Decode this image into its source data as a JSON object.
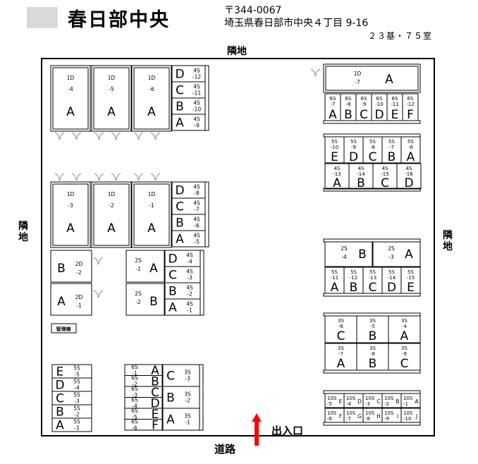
{
  "header": {
    "title": "春日部中央",
    "postal": "〒344-0067",
    "address": "埼玉県春日部市中央４丁目 9-16",
    "summary": "２３基・７５室"
  },
  "site": {
    "north": "隣地",
    "east": "隣地",
    "west": "隣地",
    "south": "道路",
    "entrance": "出入口",
    "office": "管理棟"
  },
  "units": [
    {
      "id": "1D-4",
      "size": "1D",
      "num": "-4",
      "type": "A"
    },
    {
      "id": "1D-5",
      "size": "1D",
      "num": "-5",
      "type": "A"
    },
    {
      "id": "1D-6",
      "size": "1D",
      "num": "-6",
      "type": "A"
    },
    {
      "id": "4S-12",
      "size": "4S",
      "num": "-12",
      "type": "D"
    },
    {
      "id": "4S-11",
      "size": "4S",
      "num": "-11",
      "type": "C"
    },
    {
      "id": "4S-10",
      "size": "4S",
      "num": "-10",
      "type": "B"
    },
    {
      "id": "4S-9",
      "size": "4S",
      "num": "-9",
      "type": "A"
    },
    {
      "id": "1D-3",
      "size": "1D",
      "num": "-3",
      "type": "A"
    },
    {
      "id": "1D-2",
      "size": "1D",
      "num": "-2",
      "type": "A"
    },
    {
      "id": "1D-1",
      "size": "1D",
      "num": "-1",
      "type": "A"
    },
    {
      "id": "4S-8",
      "size": "4S",
      "num": "-8",
      "type": "D"
    },
    {
      "id": "4S-7",
      "size": "4S",
      "num": "-7",
      "type": "C"
    },
    {
      "id": "4S-6",
      "size": "4S",
      "num": "-6",
      "type": "B"
    },
    {
      "id": "4S-5",
      "size": "4S",
      "num": "-5",
      "type": "A"
    },
    {
      "id": "2D-2",
      "size": "2D",
      "num": "-2",
      "type": "B"
    },
    {
      "id": "2D-1",
      "size": "2D",
      "num": "-1",
      "type": "A"
    },
    {
      "id": "2S-1",
      "size": "2S",
      "num": "-1",
      "type": "A"
    },
    {
      "id": "2S-2",
      "size": "2S",
      "num": "-2",
      "type": "B"
    },
    {
      "id": "4S-4",
      "size": "4S",
      "num": "-4",
      "type": "D"
    },
    {
      "id": "4S-3",
      "size": "4S",
      "num": "-3",
      "type": "C"
    },
    {
      "id": "4S-2",
      "size": "4S",
      "num": "-2",
      "type": "B"
    },
    {
      "id": "4S-1",
      "size": "4S",
      "num": "-1",
      "type": "A"
    },
    {
      "id": "5S-5",
      "size": "5S",
      "num": "-5",
      "type": "E"
    },
    {
      "id": "5S-4",
      "size": "5S",
      "num": "-4",
      "type": "D"
    },
    {
      "id": "5S-3",
      "size": "5S",
      "num": "-3",
      "type": "C"
    },
    {
      "id": "5S-2",
      "size": "5S",
      "num": "-2",
      "type": "B"
    },
    {
      "id": "5S-1",
      "size": "5S",
      "num": "-1",
      "type": "A"
    },
    {
      "id": "6S-1",
      "size": "6S",
      "num": "-1",
      "type": "A"
    },
    {
      "id": "6S-2",
      "size": "6S",
      "num": "-2",
      "type": "B"
    },
    {
      "id": "6S-3",
      "size": "6S",
      "num": "-3",
      "type": "C"
    },
    {
      "id": "6S-4",
      "size": "6S",
      "num": "-4",
      "type": "D"
    },
    {
      "id": "6S-5",
      "size": "6S",
      "num": "-5",
      "type": "E"
    },
    {
      "id": "6S-6",
      "size": "6S",
      "num": "-6",
      "type": "F"
    },
    {
      "id": "3S-3",
      "size": "3S",
      "num": "-3",
      "type": "C"
    },
    {
      "id": "3S-2",
      "size": "3S",
      "num": "-2",
      "type": "B"
    },
    {
      "id": "3S-1",
      "size": "3S",
      "num": "-1",
      "type": "A"
    },
    {
      "id": "1D-7",
      "size": "1D",
      "num": "-7",
      "type": "A"
    },
    {
      "id": "6S-7",
      "size": "6S",
      "num": "-7",
      "type": "A"
    },
    {
      "id": "6S-8",
      "size": "6S",
      "num": "-8",
      "type": "B"
    },
    {
      "id": "6S-9",
      "size": "6S",
      "num": "-9",
      "type": "C"
    },
    {
      "id": "6S-10",
      "size": "6S",
      "num": "-10",
      "type": "D"
    },
    {
      "id": "6S-11",
      "size": "6S",
      "num": "-11",
      "type": "E"
    },
    {
      "id": "6S-12",
      "size": "6S",
      "num": "-12",
      "type": "F"
    },
    {
      "id": "5S-10",
      "size": "5S",
      "num": "-10",
      "type": "E"
    },
    {
      "id": "5S-9",
      "size": "5S",
      "num": "-9",
      "type": "D"
    },
    {
      "id": "5S-8",
      "size": "5S",
      "num": "-8",
      "type": "C"
    },
    {
      "id": "5S-7",
      "size": "5S",
      "num": "-7",
      "type": "B"
    },
    {
      "id": "5S-6",
      "size": "5S",
      "num": "-6",
      "type": "A"
    },
    {
      "id": "4S-13",
      "size": "4S",
      "num": "-13",
      "type": "A"
    },
    {
      "id": "4S-14",
      "size": "4S",
      "num": "-14",
      "type": "B"
    },
    {
      "id": "4S-15",
      "size": "4S",
      "num": "-15",
      "type": "C"
    },
    {
      "id": "4S-16",
      "size": "4S",
      "num": "-16",
      "type": "D"
    },
    {
      "id": "2S-4",
      "size": "2S",
      "num": "-4",
      "type": "B"
    },
    {
      "id": "2S-3",
      "size": "2S",
      "num": "-3",
      "type": "A"
    },
    {
      "id": "5S-11",
      "size": "5S",
      "num": "-11",
      "type": "A"
    },
    {
      "id": "5S-12",
      "size": "5S",
      "num": "-12",
      "type": "B"
    },
    {
      "id": "5S-13",
      "size": "5S",
      "num": "-13",
      "type": "C"
    },
    {
      "id": "5S-14",
      "size": "5S",
      "num": "-14",
      "type": "D"
    },
    {
      "id": "5S-15",
      "size": "5S",
      "num": "-15",
      "type": "E"
    },
    {
      "id": "3S-6",
      "size": "3S",
      "num": "-6",
      "type": "C"
    },
    {
      "id": "3S-5",
      "size": "3S",
      "num": "-5",
      "type": "B"
    },
    {
      "id": "3S-4",
      "size": "3S",
      "num": "-4",
      "type": "A"
    },
    {
      "id": "3S-7",
      "size": "3S",
      "num": "-7",
      "type": "A"
    },
    {
      "id": "3S-8",
      "size": "3S",
      "num": "-8",
      "type": "B"
    },
    {
      "id": "3S-9",
      "size": "3S",
      "num": "-9",
      "type": "C"
    },
    {
      "id": "10S-5",
      "size": "10S",
      "num": "-5",
      "type": "E"
    },
    {
      "id": "10S-4",
      "size": "10S",
      "num": "-4",
      "type": "D"
    },
    {
      "id": "10S-3",
      "size": "10S",
      "num": "-3",
      "type": "C"
    },
    {
      "id": "10S-2",
      "size": "10S",
      "num": "-2",
      "type": "B"
    },
    {
      "id": "10S-1",
      "size": "10S",
      "num": "-1",
      "type": "A"
    },
    {
      "id": "10S-6",
      "size": "10S",
      "num": "-6",
      "type": "F"
    },
    {
      "id": "10S-7",
      "size": "10S",
      "num": "-7",
      "type": "G"
    },
    {
      "id": "10S-8",
      "size": "10S",
      "num": "-8",
      "type": "H"
    },
    {
      "id": "10S-9",
      "size": "10S",
      "num": "-9",
      "type": "I"
    },
    {
      "id": "10S-10",
      "size": "10S",
      "num": "-10",
      "type": "J"
    }
  ],
  "colors": {
    "entrance_arrow": "#ff0000",
    "logo": "#d9d9d9",
    "line": "#000000"
  }
}
